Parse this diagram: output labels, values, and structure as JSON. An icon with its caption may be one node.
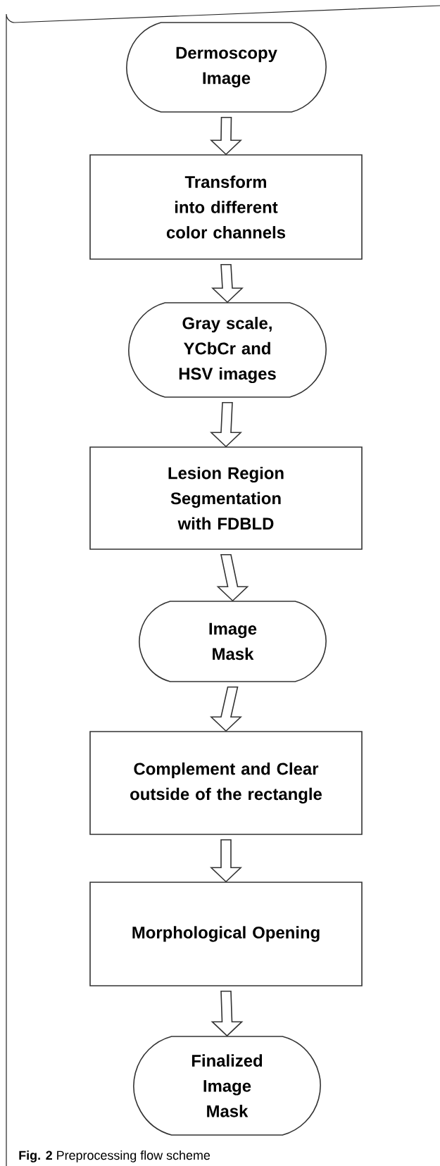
{
  "diagram": {
    "caption": "**Fig. 2** Preprocessing flow scheme",
    "nodes": [
      {
        "text": [
          "Dermoscopy Image"
        ]
      },
      {
        "text": [
          "Transform into different color channels"
        ]
      },
      {
        "text": [
          "Gray scale, YCbCr and HSV images"
        ]
      },
      {
        "text": [
          "Lesion Region Segmentation with FDBLD"
        ]
      },
      {
        "text": [
          "Image Mask"
        ]
      },
      {
        "text": [
          "Complement and Clear outside of the rectangle"
        ]
      },
      {
        "text": [
          "Morphological Opening"
        ]
      },
      {
        "text": [
          "Finalized Image Mask"
        ]
      }
    ],
    "edges": [
      {
        "from": 0,
        "to": 1,
        "arrow": "to"
      },
      {
        "from": 1,
        "to": 2,
        "arrow": "to"
      },
      {
        "from": 2,
        "to": 3,
        "arrow": "to"
      },
      {
        "from": 3,
        "to": 4,
        "arrow": "to"
      },
      {
        "from": 4,
        "to": 5,
        "arrow": "to"
      },
      {
        "from": 5,
        "to": 6,
        "arrow": "to"
      },
      {
        "from": 6,
        "to": 7,
        "arrow": "to"
      }
    ]
  }
}
